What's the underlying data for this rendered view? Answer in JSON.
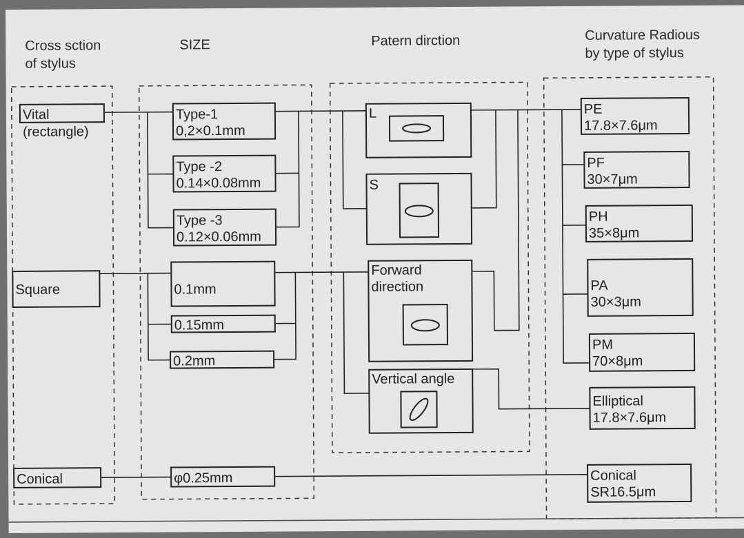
{
  "headers": {
    "cross_section": "Cross sction\nof stylus",
    "size": "SIZE",
    "pattern": "Patern dirction",
    "curvature": "Curvature Radious\nby type of stylus"
  },
  "cross_sections": {
    "vital_1": "Vital",
    "vital_2": "(rectangle)",
    "square": "Square",
    "conical": "Conical"
  },
  "sizes": {
    "type1_name": "Type-1",
    "type1_size": "0,2×0.1mm",
    "type2_name": "Type -2",
    "type2_size": "0.14×0.08mm",
    "type3_name": "Type -3",
    "type3_size": "0.12×0.06mm",
    "sq1": "0.1mm",
    "sq2": "0.15mm",
    "sq3": "0.2mm",
    "conical": "φ0.25mm"
  },
  "patterns": {
    "l": "L",
    "s": "S",
    "forward_1": "Forward",
    "forward_2": "direction",
    "vertical": "Vertical angle"
  },
  "curvatures": {
    "pe_name": "PE",
    "pe_value": "17.8×7.6μm",
    "pf_name": "PF",
    "pf_value": "30×7μm",
    "ph_name": "PH",
    "ph_value": "35×8μm",
    "pa_name": "PA",
    "pa_value": "30×3μm",
    "pm_name": "PM",
    "pm_value": "70×8μm",
    "ell_name": "Elliptical",
    "ell_value": "17.8×7.6μm",
    "con_name": "Conical",
    "con_value": "SR16.5μm"
  }
}
